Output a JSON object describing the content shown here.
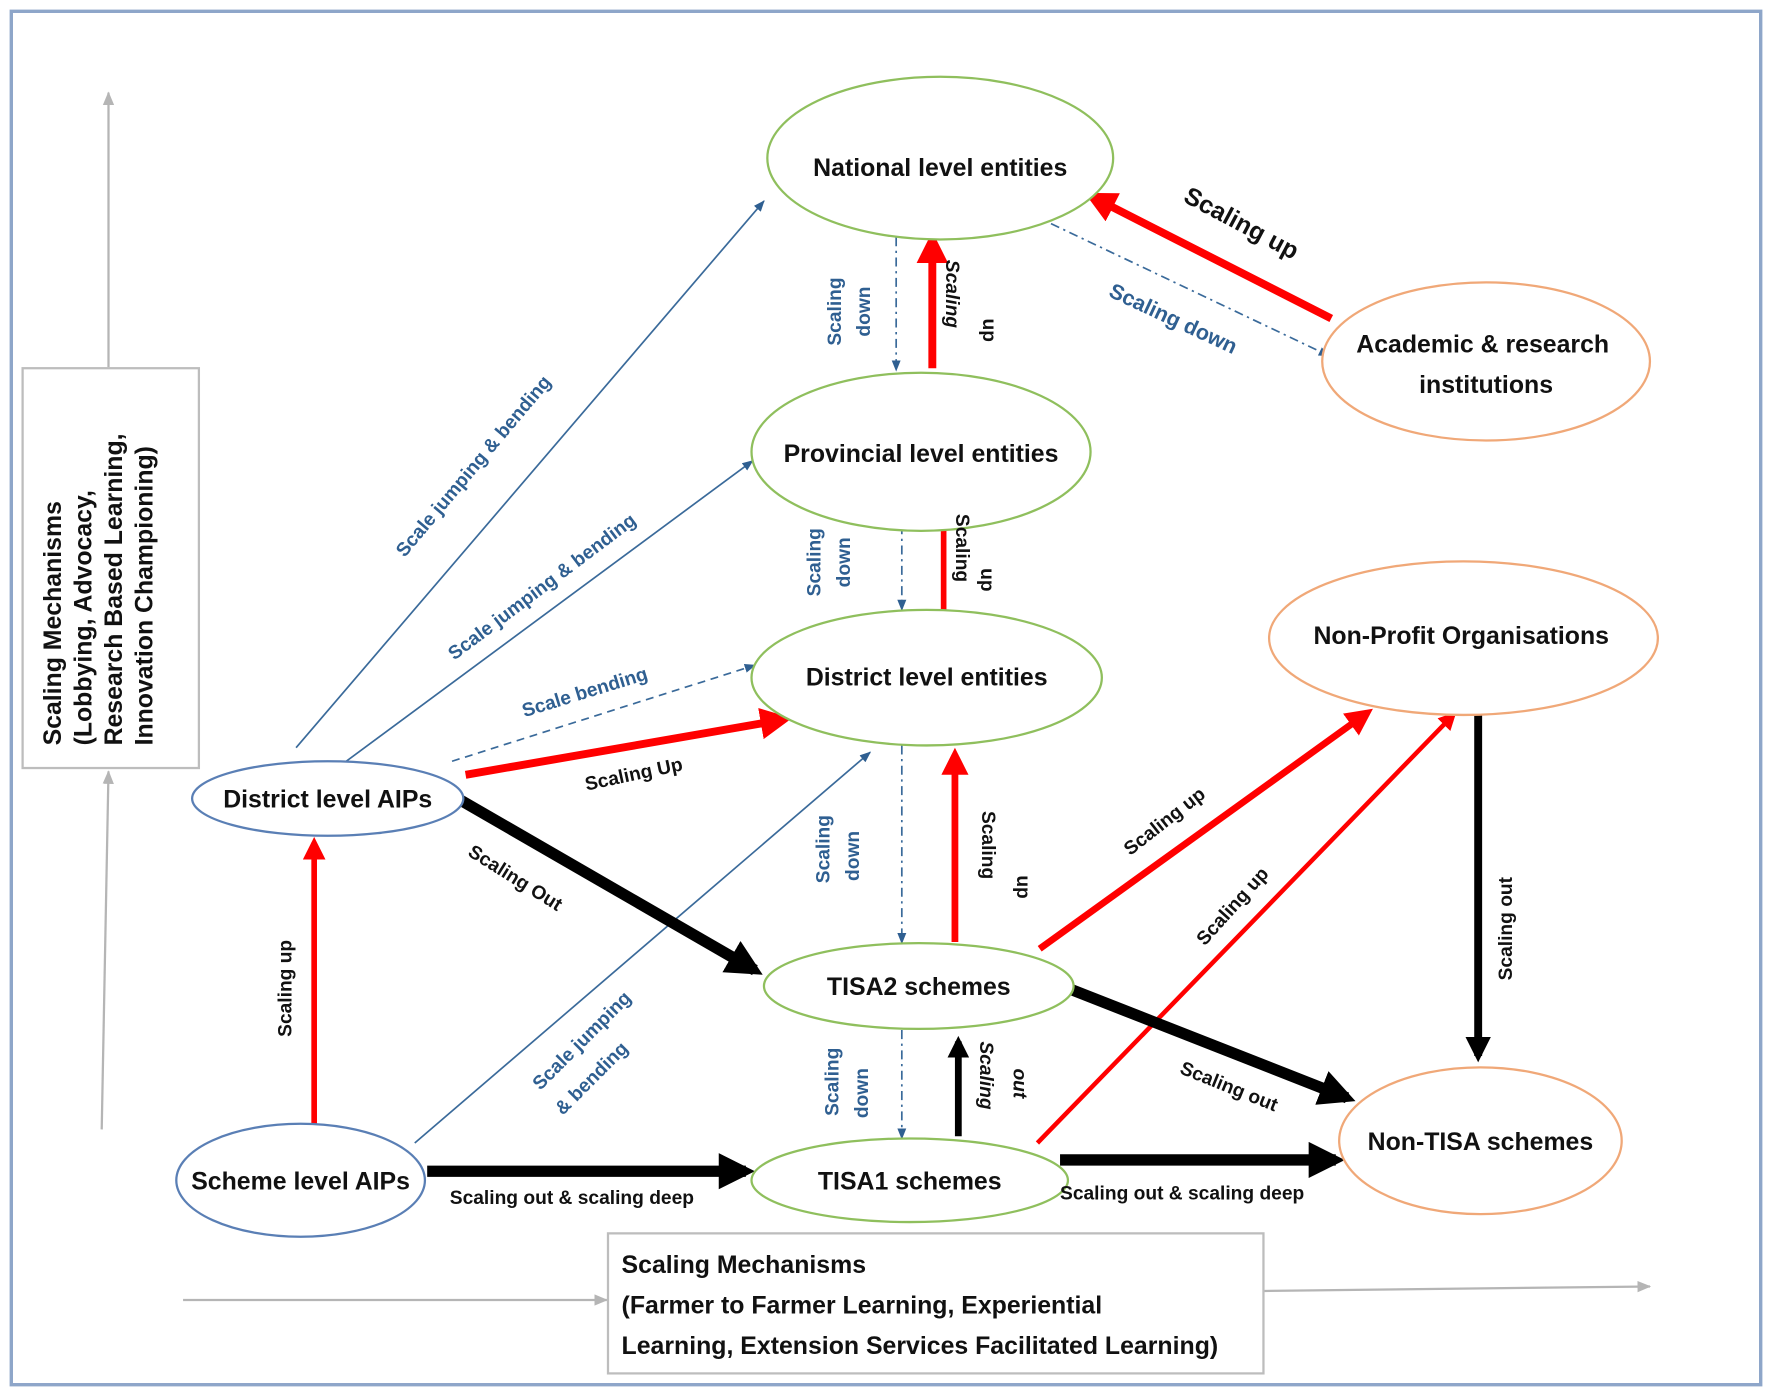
{
  "colors": {
    "frame": "#8ea6c9",
    "green_node": "#8fbf5d",
    "orange_node": "#f0a878",
    "blue_node": "#5a7fb5",
    "scaling_up": "#ff0000",
    "scaling_out": "#000000",
    "scale_jumping": "#3a6a9a",
    "label_blue": "#2f5f91",
    "mechanism_axis": "#b5b5b5"
  },
  "nodes": {
    "national": "National level entities",
    "academic_line1": "Academic & research",
    "academic_line2": "institutions",
    "provincial": "Provincial level entities",
    "district_entities": "District level entities",
    "non_profit": "Non-Profit Organisations",
    "district_aips": "District level AIPs",
    "tisa2": "TISA2 schemes",
    "scheme_aips": "Scheme level AIPs",
    "tisa1": "TISA1 schemes",
    "non_tisa": "Non-TISA schemes"
  },
  "edge_labels": {
    "national_academic_up": "Scaling  up",
    "national_academic_down": "Scaling down",
    "national_provincial_down_1": "Scaling",
    "national_provincial_down_2": "down",
    "national_provincial_up_1": "Scaling",
    "national_provincial_up_2": "up",
    "provincial_district_down_1": "Scaling",
    "provincial_district_down_2": "down",
    "provincial_district_up_1": "Scaling",
    "provincial_district_up_2": "up",
    "district_tisa2_down_1": "Scaling",
    "district_tisa2_down_2": "down",
    "district_tisa2_up_1": "Scaling",
    "district_tisa2_up_2": "up",
    "tisa2_tisa1_down_1": "Scaling",
    "tisa2_tisa1_down_2": "down",
    "tisa2_tisa1_out_1": "Scaling",
    "tisa2_tisa1_out_2": "out",
    "aips_national": "Scale jumping & bending",
    "aips_provincial": "Scale jumping & bending",
    "aips_district_bending": "Scale bending",
    "aips_district_up": "Scaling Up",
    "aips_tisa2_out": "Scaling Out",
    "scheme_to_district_aips": "Scaling up",
    "scheme_to_district_entities_1": "Scale jumping",
    "scheme_to_district_entities_2": "& bending",
    "scheme_tisa1": "Scaling out & scaling deep",
    "tisa1_nontisa": "Scaling out & scaling deep",
    "tisa2_nonprofit": "Scaling up",
    "tisa1_nonprofit": "Scaling up",
    "tisa2_nontisa": "Scaling out",
    "nonprofit_nontisa": "Scaling out"
  },
  "vertical_mechanisms": {
    "line1": "Scaling  Mechanisms",
    "line2": "(Lobbying, Advocacy,",
    "line3": "Research Based Learning,",
    "line4": "Innovation Championing)"
  },
  "horizontal_mechanisms": {
    "line1": "Scaling Mechanisms",
    "line2": "(Farmer to Farmer Learning, Experiential",
    "line3": "Learning, Extension Services Facilitated Learning)"
  }
}
